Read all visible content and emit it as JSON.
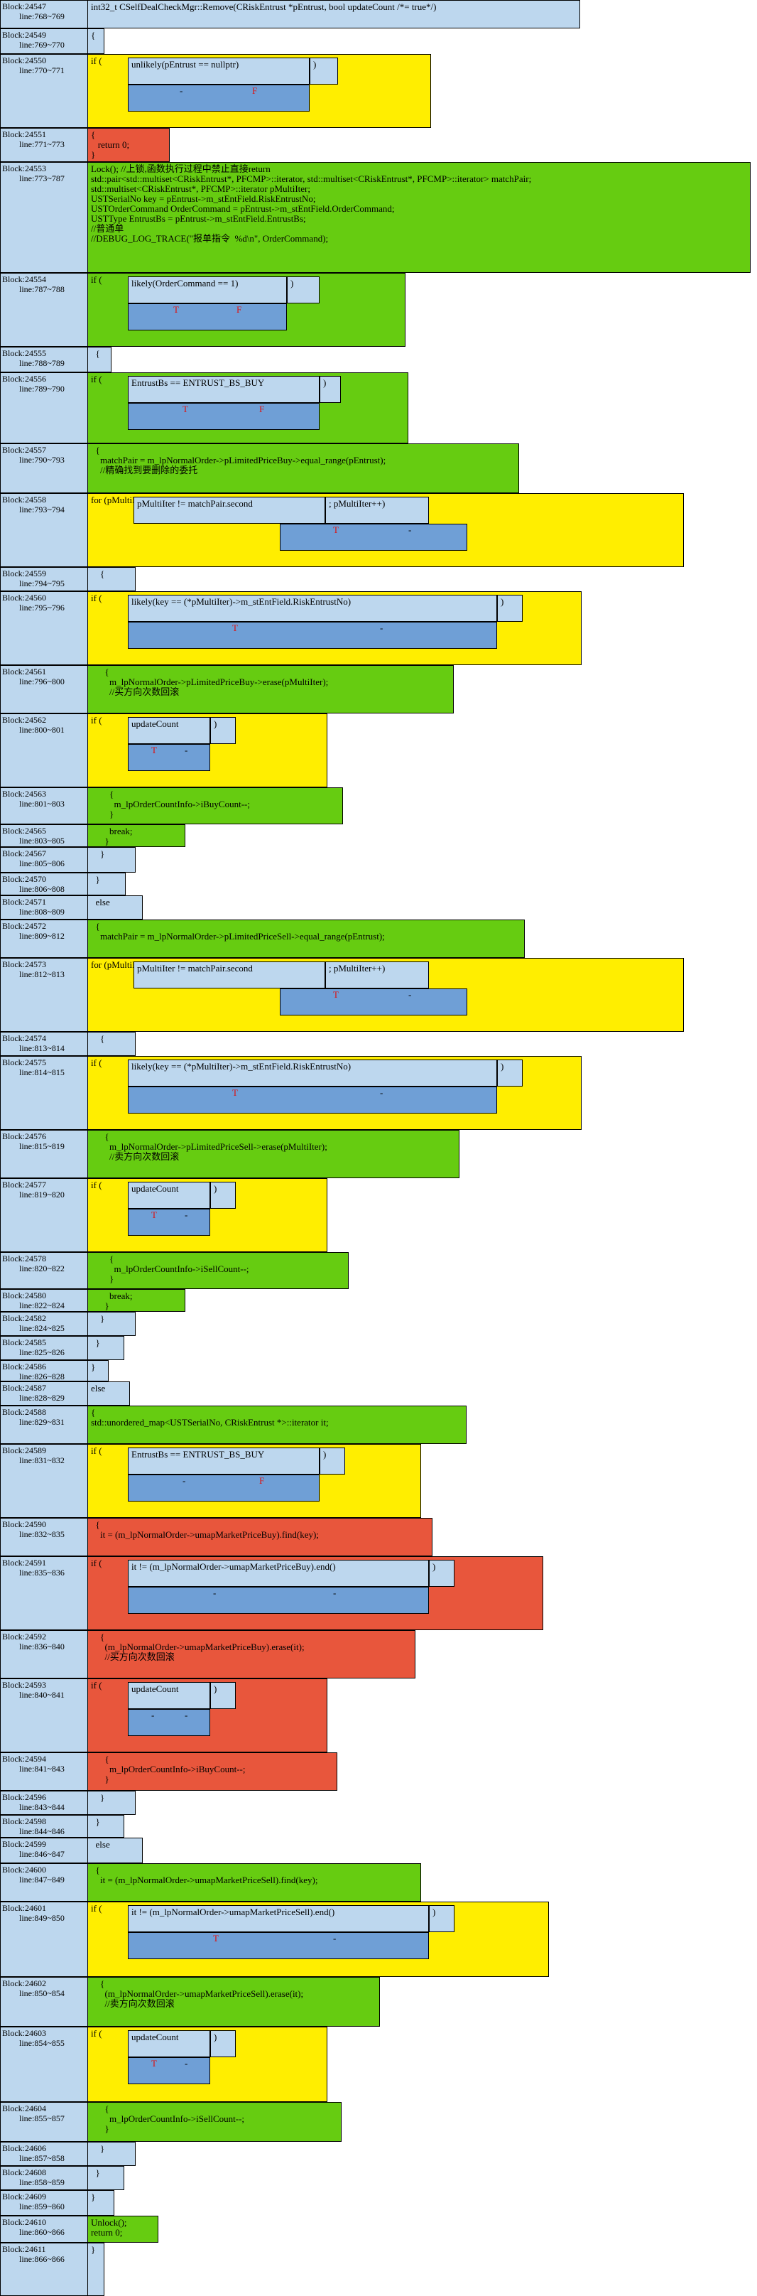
{
  "blocks": [
    {
      "id": "Block:24547",
      "lines": "line:768~769",
      "color": "blue",
      "text": "int32_t CSelfDealCheckMgr::Remove(CRiskEntrust *pEntrust, bool updateCount /*= true*/)"
    },
    {
      "id": "Block:24549",
      "lines": "line:769~770",
      "color": "blue",
      "text": "{"
    },
    {
      "id": "Block:24550",
      "lines": "line:770~771",
      "color": "yellow",
      "text": "if (",
      "inner": "unlikely(pEntrust == nullptr)",
      "close": ")",
      "bar": [
        "-",
        "F"
      ]
    },
    {
      "id": "Block:24551",
      "lines": "line:771~773",
      "color": "red",
      "text": "{\n   return 0;\n}"
    },
    {
      "id": "Block:24553",
      "lines": "line:773~787",
      "color": "green",
      "text": "Lock(); //上锁,函数执行过程中禁止直接return\nstd::pair<std::multiset<CRiskEntrust*, PFCMP>::iterator, std::multiset<CRiskEntrust*, PFCMP>::iterator> matchPair;\nstd::multiset<CRiskEntrust*, PFCMP>::iterator pMultiIter;\nUSTSerialNo key = pEntrust->m_stEntField.RiskEntrustNo;\nUSTOrderCommand OrderCommand = pEntrust->m_stEntField.OrderCommand;\nUSTType EntrustBs = pEntrust->m_stEntField.EntrustBs;\n//普通单\n//DEBUG_LOG_TRACE(\"报单指令  %d\\n\", OrderCommand);"
    },
    {
      "id": "Block:24554",
      "lines": "line:787~788",
      "color": "green",
      "text": "if (",
      "inner": "likely(OrderCommand == 1)",
      "close": ")",
      "bar": [
        "T",
        "F"
      ]
    },
    {
      "id": "Block:24555",
      "lines": "line:788~789",
      "color": "blue",
      "text": "  {"
    },
    {
      "id": "Block:24556",
      "lines": "line:789~790",
      "color": "green",
      "text": "if (",
      "inner": "EntrustBs == ENTRUST_BS_BUY",
      "close": ")",
      "bar": [
        "T",
        "F"
      ]
    },
    {
      "id": "Block:24557",
      "lines": "line:790~793",
      "color": "green",
      "text": "  {\n    matchPair = m_lpNormalOrder->pLimitedPriceBuy->equal_range(pEntrust);\n    //精确找到要删除的委托"
    },
    {
      "id": "Block:24558",
      "lines": "line:793~794",
      "color": "yellow",
      "text": "for (pMultiIter = matchPair.first;",
      "inner": "pMultiIter != matchPair.second",
      "close": "; pMultiIter++)",
      "bar": [
        "T",
        "-"
      ]
    },
    {
      "id": "Block:24559",
      "lines": "line:794~795",
      "color": "blue",
      "text": "    {"
    },
    {
      "id": "Block:24560",
      "lines": "line:795~796",
      "color": "yellow",
      "text": "if (",
      "inner": "likely(key == (*pMultiIter)->m_stEntField.RiskEntrustNo)",
      "close": ")",
      "bar": [
        "T",
        "-"
      ]
    },
    {
      "id": "Block:24561",
      "lines": "line:796~800",
      "color": "green",
      "text": "      {\n        m_lpNormalOrder->pLimitedPriceBuy->erase(pMultiIter);\n        //买方向次数回滚"
    },
    {
      "id": "Block:24562",
      "lines": "line:800~801",
      "color": "yellow",
      "text": "if (",
      "inner": "updateCount",
      "close": ")",
      "bar": [
        "T",
        "-"
      ]
    },
    {
      "id": "Block:24563",
      "lines": "line:801~803",
      "color": "green",
      "text": "        {\n          m_lpOrderCountInfo->iBuyCount--;\n        }"
    },
    {
      "id": "Block:24565",
      "lines": "line:803~805",
      "color": "green",
      "text": "        break;\n      }"
    },
    {
      "id": "Block:24567",
      "lines": "line:805~806",
      "color": "blue",
      "text": "    }"
    },
    {
      "id": "Block:24570",
      "lines": "line:806~808",
      "color": "blue",
      "text": "  }"
    },
    {
      "id": "Block:24571",
      "lines": "line:808~809",
      "color": "blue",
      "text": "  else"
    },
    {
      "id": "Block:24572",
      "lines": "line:809~812",
      "color": "green",
      "text": "  {\n    matchPair = m_lpNormalOrder->pLimitedPriceSell->equal_range(pEntrust);"
    },
    {
      "id": "Block:24573",
      "lines": "line:812~813",
      "color": "yellow",
      "text": "for (pMultiIter = matchPair.first;",
      "inner": "pMultiIter != matchPair.second",
      "close": "; pMultiIter++)",
      "bar": [
        "T",
        "-"
      ]
    },
    {
      "id": "Block:24574",
      "lines": "line:813~814",
      "color": "blue",
      "text": "    {"
    },
    {
      "id": "Block:24575",
      "lines": "line:814~815",
      "color": "yellow",
      "text": "if (",
      "inner": "likely(key == (*pMultiIter)->m_stEntField.RiskEntrustNo)",
      "close": ")",
      "bar": [
        "T",
        "-"
      ]
    },
    {
      "id": "Block:24576",
      "lines": "line:815~819",
      "color": "green",
      "text": "      {\n        m_lpNormalOrder->pLimitedPriceSell->erase(pMultiIter);\n        //卖方向次数回滚"
    },
    {
      "id": "Block:24577",
      "lines": "line:819~820",
      "color": "yellow",
      "text": "if (",
      "inner": "updateCount",
      "close": ")",
      "bar": [
        "T",
        "-"
      ]
    },
    {
      "id": "Block:24578",
      "lines": "line:820~822",
      "color": "green",
      "text": "        {\n          m_lpOrderCountInfo->iSellCount--;\n        }"
    },
    {
      "id": "Block:24580",
      "lines": "line:822~824",
      "color": "green",
      "text": "        break;\n      }"
    },
    {
      "id": "Block:24582",
      "lines": "line:824~825",
      "color": "blue",
      "text": "    }"
    },
    {
      "id": "Block:24585",
      "lines": "line:825~826",
      "color": "blue",
      "text": "  }"
    },
    {
      "id": "Block:24586",
      "lines": "line:826~828",
      "color": "blue",
      "text": "}"
    },
    {
      "id": "Block:24587",
      "lines": "line:828~829",
      "color": "blue",
      "text": "else"
    },
    {
      "id": "Block:24588",
      "lines": "line:829~831",
      "color": "green",
      "text": "{\nstd::unordered_map<USTSerialNo, CRiskEntrust *>::iterator it;"
    },
    {
      "id": "Block:24589",
      "lines": "line:831~832",
      "color": "yellow",
      "text": "if (",
      "inner": "EntrustBs == ENTRUST_BS_BUY",
      "close": ")",
      "bar": [
        "-",
        "F"
      ]
    },
    {
      "id": "Block:24590",
      "lines": "line:832~835",
      "color": "red",
      "text": "  {\n    it = (m_lpNormalOrder->umapMarketPriceBuy).find(key);"
    },
    {
      "id": "Block:24591",
      "lines": "line:835~836",
      "color": "red",
      "text": "if (",
      "inner": "it != (m_lpNormalOrder->umapMarketPriceBuy).end()",
      "close": ")",
      "bar": [
        "-",
        "-"
      ]
    },
    {
      "id": "Block:24592",
      "lines": "line:836~840",
      "color": "red",
      "text": "    {\n      (m_lpNormalOrder->umapMarketPriceBuy).erase(it);\n      //买方向次数回滚"
    },
    {
      "id": "Block:24593",
      "lines": "line:840~841",
      "color": "red",
      "text": "if (",
      "inner": "updateCount",
      "close": ")",
      "bar": [
        "-",
        "-"
      ]
    },
    {
      "id": "Block:24594",
      "lines": "line:841~843",
      "color": "red",
      "text": "      {\n        m_lpOrderCountInfo->iBuyCount--;\n      }"
    },
    {
      "id": "Block:24596",
      "lines": "line:843~844",
      "color": "blue",
      "text": "    }"
    },
    {
      "id": "Block:24598",
      "lines": "line:844~846",
      "color": "blue",
      "text": "  }"
    },
    {
      "id": "Block:24599",
      "lines": "line:846~847",
      "color": "blue",
      "text": "  else"
    },
    {
      "id": "Block:24600",
      "lines": "line:847~849",
      "color": "green",
      "text": "  {\n    it = (m_lpNormalOrder->umapMarketPriceSell).find(key);"
    },
    {
      "id": "Block:24601",
      "lines": "line:849~850",
      "color": "yellow",
      "text": "if (",
      "inner": "it != (m_lpNormalOrder->umapMarketPriceSell).end()",
      "close": ")",
      "bar": [
        "T",
        "-"
      ]
    },
    {
      "id": "Block:24602",
      "lines": "line:850~854",
      "color": "green",
      "text": "    {\n      (m_lpNormalOrder->umapMarketPriceSell).erase(it);\n      //卖方向次数回滚"
    },
    {
      "id": "Block:24603",
      "lines": "line:854~855",
      "color": "yellow",
      "text": "if (",
      "inner": "updateCount",
      "close": ")",
      "bar": [
        "T",
        "-"
      ]
    },
    {
      "id": "Block:24604",
      "lines": "line:855~857",
      "color": "green",
      "text": "      {\n        m_lpOrderCountInfo->iSellCount--;\n      }"
    },
    {
      "id": "Block:24606",
      "lines": "line:857~858",
      "color": "blue",
      "text": "    }"
    },
    {
      "id": "Block:24608",
      "lines": "line:858~859",
      "color": "blue",
      "text": "  }"
    },
    {
      "id": "Block:24609",
      "lines": "line:859~860",
      "color": "blue",
      "text": "}"
    },
    {
      "id": "Block:24610",
      "lines": "line:860~866",
      "color": "green",
      "text": "Unlock();\nreturn 0;"
    },
    {
      "id": "Block:24611",
      "lines": "line:866~866",
      "color": "blue",
      "text": "}"
    }
  ],
  "colors": {
    "blue": "#bdd7ee",
    "green": "#66cc11",
    "yellow": "#ffee00",
    "red": "#e8563c",
    "bar": "#6f9fd6",
    "true_false": "#d11111"
  }
}
